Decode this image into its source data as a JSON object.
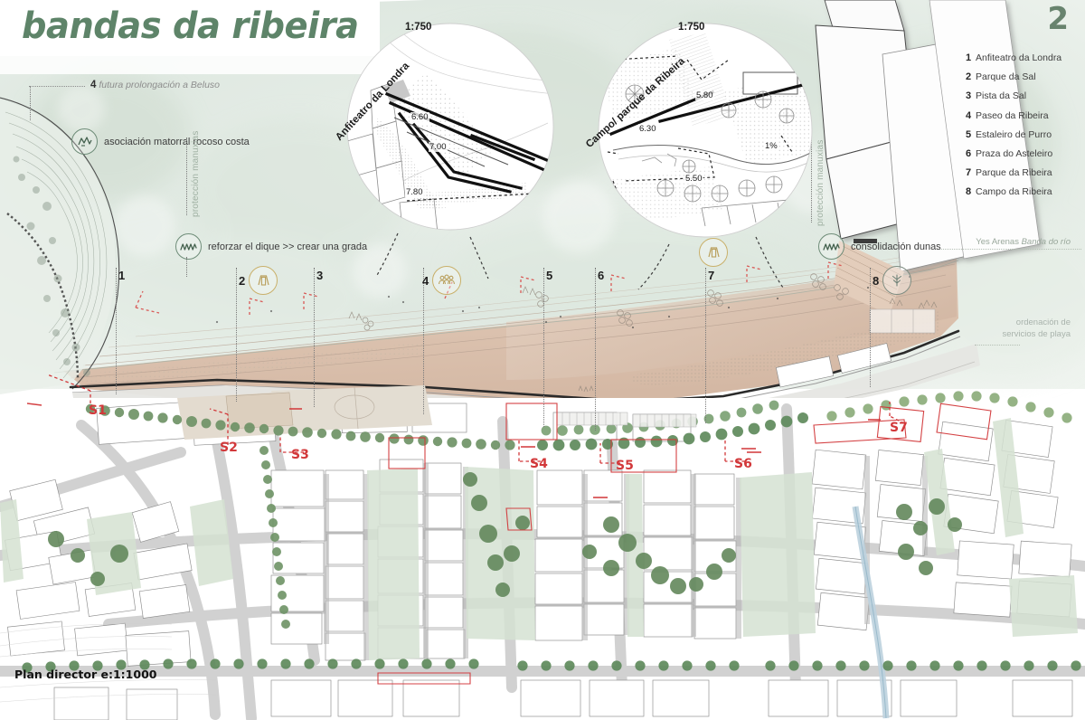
{
  "board": {
    "title": "bandas da ribeira",
    "sheet_number": "2",
    "plan_scale": "Plan director e:1:1000",
    "accent_green": "#5e8469",
    "accent_gold": "#c9b06a",
    "accent_red": "#d2383a",
    "sand_color": "#ddc3b0",
    "sea_color": "#dfe7e0"
  },
  "legend": {
    "items": [
      {
        "num": "1",
        "label": "Anfiteatro da Londra"
      },
      {
        "num": "2",
        "label": "Parque da Sal"
      },
      {
        "num": "3",
        "label": "Pista da Sal"
      },
      {
        "num": "4",
        "label": "Paseo da Ribeira"
      },
      {
        "num": "5",
        "label": "Estaleiro de Purro"
      },
      {
        "num": "6",
        "label": "Praza do Asteleiro"
      },
      {
        "num": "7",
        "label": "Parque da Ribeira"
      },
      {
        "num": "8",
        "label": "Campo da Ribeira"
      }
    ],
    "footer_plain": "Yes Arenas ",
    "footer_italic": "Banda do río"
  },
  "beach_note": {
    "line1": "ordenación de",
    "line2": "servicios de playa"
  },
  "future_callout": {
    "num": "4",
    "label": "futura prolongación a Beluso"
  },
  "annotations": [
    {
      "icon": "rocky-scrub-icon",
      "label": "asociación matorral rocoso costa"
    },
    {
      "icon": "wave-icon",
      "label": "reforzar el dique >> crear una grada"
    },
    {
      "icon": "wave-icon",
      "label": "consolidación dunas"
    }
  ],
  "vertical_labels": [
    {
      "text": "protección manuxias"
    },
    {
      "text": "protección manuxias"
    }
  ],
  "stations": [
    {
      "num": "1",
      "icon": null
    },
    {
      "num": "2",
      "icon": "amphitheatre-icon"
    },
    {
      "num": "3",
      "icon": null
    },
    {
      "num": "4",
      "icon": "people-icon"
    },
    {
      "num": "5",
      "icon": null
    },
    {
      "num": "6",
      "icon": null
    },
    {
      "num": "7",
      "icon": "amphitheatre-icon"
    },
    {
      "num": "8",
      "icon": "tree-icon"
    }
  ],
  "section_markers": [
    {
      "id": "S1"
    },
    {
      "id": "S2"
    },
    {
      "id": "S3"
    },
    {
      "id": "S4"
    },
    {
      "id": "S5"
    },
    {
      "id": "S6"
    },
    {
      "id": "S7"
    }
  ],
  "insets": [
    {
      "title": "Anfiteatro da Londra",
      "scale": "1:750",
      "elevations": [
        "6.60",
        "7.00",
        "7.80"
      ]
    },
    {
      "title": "Campo/ parque da Ribeira",
      "scale": "1:750",
      "elevations": [
        "5.80",
        "6.30",
        "5.50",
        "1%"
      ]
    }
  ]
}
